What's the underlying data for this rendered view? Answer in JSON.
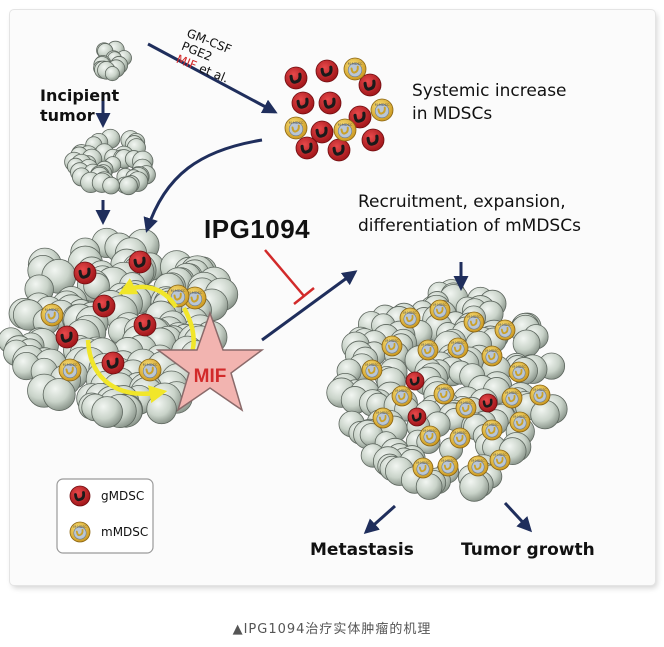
{
  "incipient_label": "Incipient\ntumor",
  "factors": {
    "line1": "GM-CSF",
    "line2": "PGE2",
    "mif": "MIF",
    "etal": " et al."
  },
  "systemic_label": "Systemic increase\nin MDSCs",
  "recruitment_label": "Recruitment, expansion,\ndifferentiation of mMDSCs",
  "drug_label": "IPG1094",
  "star_label": "MIF",
  "cell_badge": "M·MDSC",
  "legend": {
    "gmdsc": "gMDSC",
    "mmdsc": "mMDSC"
  },
  "outcomes": {
    "metastasis": "Metastasis",
    "growth": "Tumor growth"
  },
  "caption": "▲IPG1094治疗实体肿瘤的机理",
  "colors": {
    "tumor_cell": "#c9d3c9",
    "gmdsc": "#cc1f24",
    "mmdsc": "#e5c244",
    "arrow": "#1f2e5c",
    "inhibit": "#d22a2a",
    "star": "#f2b4b0",
    "yellow_arrow": "#f1e62a"
  }
}
